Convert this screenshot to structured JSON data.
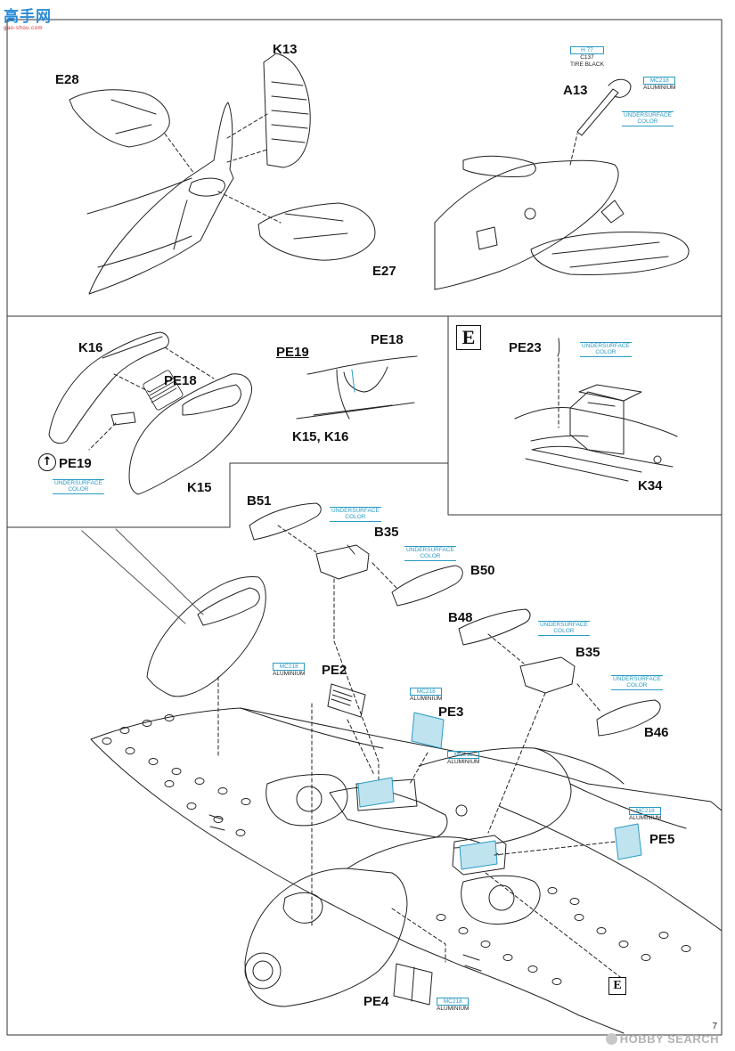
{
  "logo": {
    "brand": "高手网",
    "domain": "gao-shou.com"
  },
  "watermark": "HOBBY SEARCH",
  "page_number": "7",
  "step_tags": {
    "e_large": "E",
    "e_small": "E"
  },
  "labels": {
    "E28": "E28",
    "K13": "K13",
    "E27": "E27",
    "A13": "A13",
    "K16": "K16",
    "PE18_a": "PE18",
    "PE19_a": "PE19",
    "K15": "K15",
    "PE19_b": "PE19",
    "PE18_b": "PE18",
    "K15K16": "K15, K16",
    "PE23": "PE23",
    "K34": "K34",
    "B51": "B51",
    "B35_a": "B35",
    "B50": "B50",
    "B48": "B48",
    "B35_b": "B35",
    "B46": "B46",
    "PE2": "PE2",
    "PE3": "PE3",
    "PE4": "PE4",
    "PE5": "PE5"
  },
  "callouts": {
    "tire_code": "H 77",
    "tire_c": "C137",
    "tire_name": "TIRE BLACK",
    "mc218_a_code": "MC218",
    "mc218_a_name": "ALUMINIUM",
    "under_a_1": "UNDERSURFACE",
    "under_a_2": "COLOR",
    "under_pe23_1": "UNDERSURFACE",
    "under_pe23_2": "COLOR",
    "under_k15_1": "UNDERSURFACE",
    "under_k15_2": "COLOR",
    "under_b51_1": "UNDERSURFACE",
    "under_b51_2": "COLOR",
    "under_b50_1": "UNDERSURFACE",
    "under_b50_2": "COLOR",
    "under_b48_1": "UNDERSURFACE",
    "under_b48_2": "COLOR",
    "under_b46_1": "UNDERSURFACE",
    "under_b46_2": "COLOR",
    "pe2_code": "MC218",
    "pe2_name": "ALUMINIUM",
    "pe3_code": "MC218",
    "pe3_name": "ALUMINIUM",
    "cockpit_code": "MC218",
    "cockpit_name": "ALUMINIUM",
    "pe5_code": "MC218",
    "pe5_name": "ALUMINIUM",
    "pe4_code": "MC218",
    "pe4_name": "ALUMINIUM"
  }
}
